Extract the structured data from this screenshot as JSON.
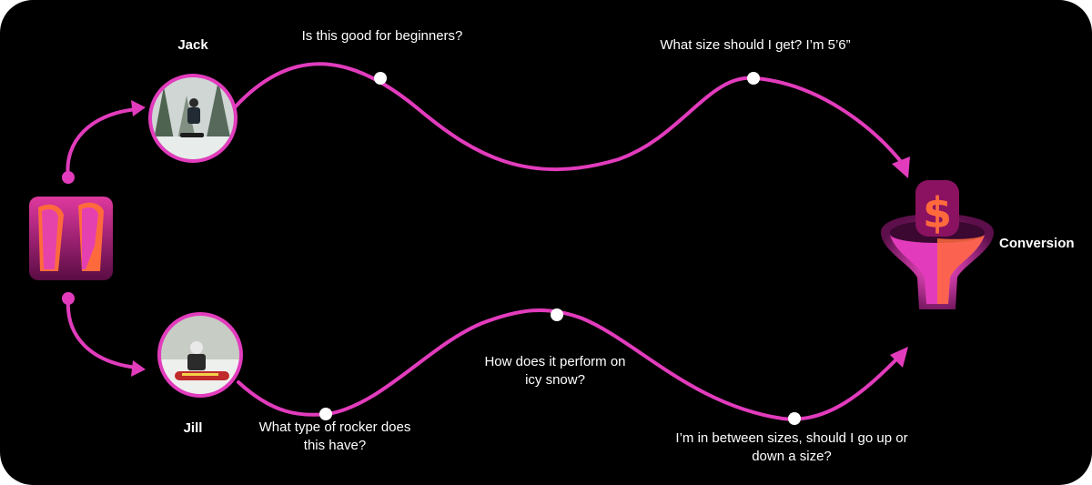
{
  "people": {
    "jack": {
      "name": "Jack",
      "photo_icon": "snowboarder-photo"
    },
    "jill": {
      "name": "Jill",
      "photo_icon": "snowboarder-sitting-photo"
    }
  },
  "questions": {
    "jack_1": "Is this good for beginners?",
    "jack_2": "What size should I get? I’m 5’6”",
    "jill_1_line1": "What type of rocker does",
    "jill_1_line2": "this have?",
    "jill_2_line1": "How does it perform on",
    "jill_2_line2": "icy snow?",
    "jill_3_line1": "I’m in between sizes, should I go up or",
    "jill_3_line2": "down a size?"
  },
  "goal": {
    "label": "Conversion",
    "icon": "dollar-funnel-icon"
  },
  "brand": {
    "icon": "brand-logo-icon"
  },
  "colors": {
    "background": "#000000",
    "path": "#e23cbd",
    "node": "#ffffff",
    "accent_orange": "#ff6a3d",
    "logo_dark": "#6b0b4a"
  }
}
